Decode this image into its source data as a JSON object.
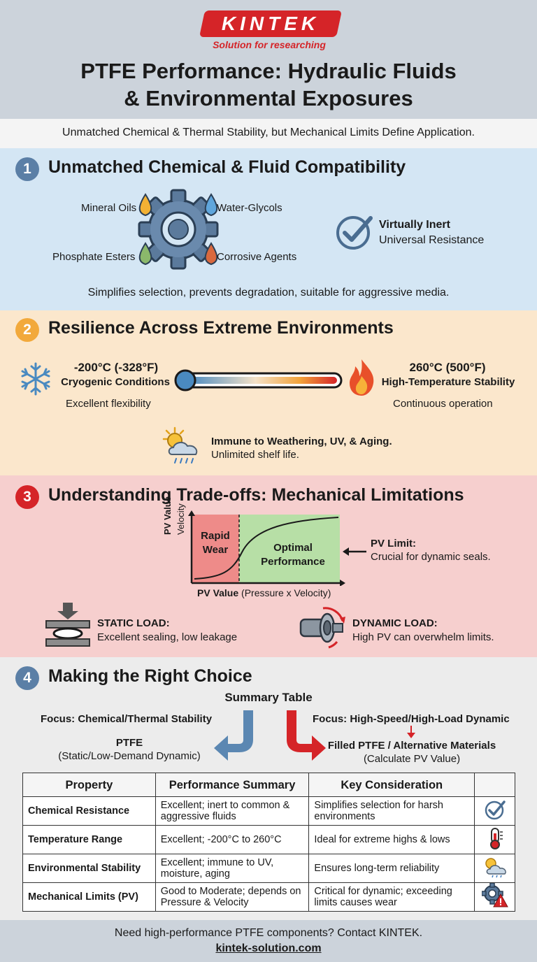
{
  "brand": {
    "name": "KINTEK",
    "tagline": "Solution for researching",
    "red": "#d52428"
  },
  "title_line1": "PTFE Performance: Hydraulic Fluids",
  "title_line2": "& Environmental Exposures",
  "subtitle": "Unmatched Chemical & Thermal Stability, but Mechanical Limits Define Application.",
  "sections": [
    {
      "number": "1",
      "title": "Unmatched Chemical & Fluid Compatibility",
      "color": "#5b7fa6",
      "fluids": [
        "Mineral Oils",
        "Water-Glycols",
        "Phosphate Esters",
        "Corrosive Agents"
      ],
      "inert_title": "Virtually Inert",
      "inert_text": "Universal Resistance",
      "summary": "Simplifies selection, prevents degradation, suitable for aggressive media."
    },
    {
      "number": "2",
      "title": "Resilience Across Extreme Environments",
      "color": "#f2a93b",
      "low_temp": "-200°C (-328°F)",
      "low_label": "Cryogenic Conditions",
      "low_note": "Excellent flexibility",
      "high_temp": "260°C (500°F)",
      "high_label": "High-Temperature Stability",
      "high_note": "Continuous operation",
      "weather_title": "Immune to Weathering, UV, & Aging.",
      "weather_text": "Unlimited shelf life."
    },
    {
      "number": "3",
      "title": "Understanding Trade-offs: Mechanical Limitations",
      "color": "#d52428",
      "chart_y1": "PV Value",
      "chart_y2": "Velocity",
      "zone_wear_1": "Rapid",
      "zone_wear_2": "Wear",
      "zone_opt_1": "Optimal",
      "zone_opt_2": "Performance",
      "chart_x_bold": "PV Value",
      "chart_x_rest": "(Pressure x Velocity)",
      "pv_title": "PV Limit:",
      "pv_text": "Crucial for dynamic seals.",
      "static_title": "STATIC LOAD:",
      "static_text": "Excellent sealing, low leakage",
      "dynamic_title": "DYNAMIC LOAD:",
      "dynamic_text": "High PV can overwhelm limits."
    },
    {
      "number": "4",
      "title": "Making the Right Choice",
      "color": "#5b7fa6",
      "summary_heading": "Summary Table",
      "left_focus": "Focus: Chemical/Thermal Stability",
      "left_result": "PTFE",
      "left_note": "(Static/Low-Demand Dynamic)",
      "right_focus": "Focus: High-Speed/High-Load Dynamic",
      "right_result": "Filled PTFE / Alternative Materials",
      "right_note": "(Calculate PV Value)"
    }
  ],
  "table": {
    "headers": [
      "Property",
      "Performance Summary",
      "Key Consideration",
      ""
    ],
    "rows": [
      {
        "property": "Chemical Resistance",
        "summary": "Excellent; inert to common & aggressive fluids",
        "consideration": "Simplifies selection for harsh environments",
        "icon": "checkmark-icon"
      },
      {
        "property": "Temperature Range",
        "summary": "Excellent; -200°C to 260°C",
        "consideration": "Ideal for extreme highs & lows",
        "icon": "thermometer-icon"
      },
      {
        "property": "Environmental Stability",
        "summary": "Excellent; immune to UV, moisture, aging",
        "consideration": "Ensures long-term reliability",
        "icon": "weather-icon"
      },
      {
        "property": "Mechanical Limits (PV)",
        "summary": "Good to Moderate; depends on Pressure & Velocity",
        "consideration": "Critical for dynamic; exceeding limits causes wear",
        "icon": "gear-warning-icon"
      }
    ]
  },
  "footer": {
    "text": "Need high-performance PTFE components? Contact KINTEK.",
    "link": "kintek-solution.com"
  }
}
